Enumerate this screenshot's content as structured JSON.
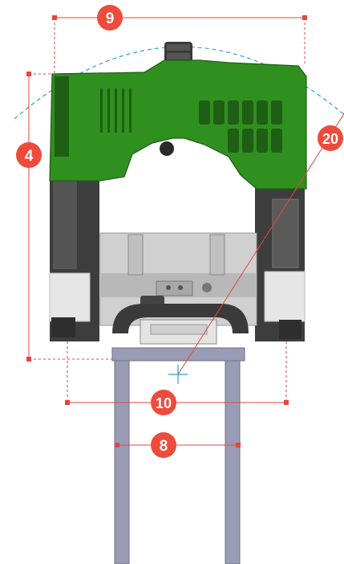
{
  "figure": {
    "colors": {
      "dimension_line": "#e8453c",
      "badge_fill": "#ee4b3c",
      "badge_text": "#ffffff",
      "arc": "#2b9fd6",
      "crosshair": "#2b9fd6",
      "body_green": "#2f8f1f",
      "body_green_dark": "#1f5f15",
      "frame_dark": "#3a3a3a",
      "frame_gray": "#8a8a8a",
      "light_gray": "#dcdcdc",
      "stand_blue_gray": "#9a9cb5"
    },
    "dimensions": [
      {
        "id": "overall-width",
        "label": "9"
      },
      {
        "id": "overall-height",
        "label": "4"
      },
      {
        "id": "turning-radius",
        "label": "20"
      },
      {
        "id": "track-width",
        "label": "10"
      },
      {
        "id": "stand-width",
        "label": "8"
      }
    ]
  }
}
